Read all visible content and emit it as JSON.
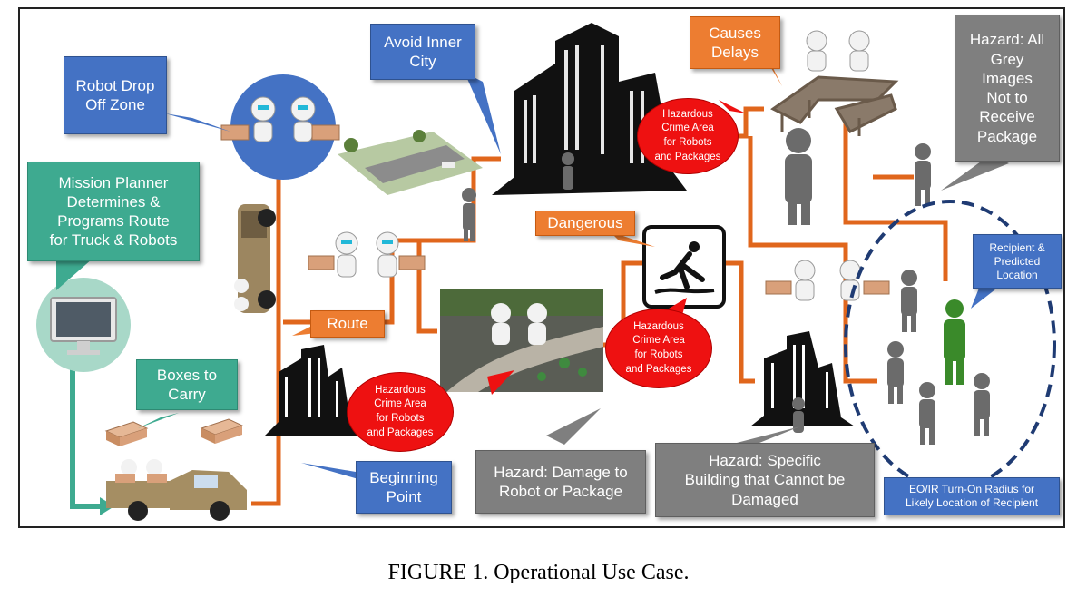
{
  "callouts": {
    "robot_drop_off_zone": "Robot Drop\nOff Zone",
    "avoid_inner_city": "Avoid Inner\nCity",
    "causes_delays": "Causes\nDelays",
    "hazard_all_grey": "Hazard: All\nGrey\nImages\nNot to\nReceive\nPackage",
    "mission_planner": "Mission Planner\nDetermines &\nPrograms Route\nfor Truck & Robots",
    "dangerous": "Dangerous",
    "route": "Route",
    "boxes_to_carry": "Boxes to\nCarry",
    "beginning_point": "Beginning\nPoint",
    "hazard_damage": "Hazard: Damage to\nRobot or Package",
    "hazard_building": "Hazard: Specific\nBuilding that Cannot be\nDamaged",
    "recipient": "Recipient &\nPredicted\nLocation",
    "eo_ir_radius": "EO/IR Turn-On Radius for\nLikely Location of Recipient"
  },
  "crime_areas": [
    "Hazardous\nCrime Area\nfor Robots\nand Packages",
    "Hazardous\nCrime Area\nfor Robots\nand Packages",
    "Hazardous\nCrime Area\nfor Robots\nand Packages"
  ],
  "caption": "FIGURE 1. Operational Use Case.",
  "colors": {
    "route": "#e0661c",
    "blue_callout": "#4472c4",
    "teal_callout": "#3eaa90",
    "orange_callout": "#ed7d31",
    "grey_callout": "#7f7f7f",
    "hazard_red": "#ee1111",
    "recipient_green": "#3a8a2a",
    "person_grey": "#6b6b6b"
  },
  "icons": [
    "computer-monitor-icon",
    "pickup-truck-icon",
    "robot-icon",
    "package-box-icon",
    "building-icon",
    "person-icon",
    "slip-hazard-sign-icon",
    "bridge-icon",
    "road-scene-icon",
    "garden-path-icon"
  ]
}
